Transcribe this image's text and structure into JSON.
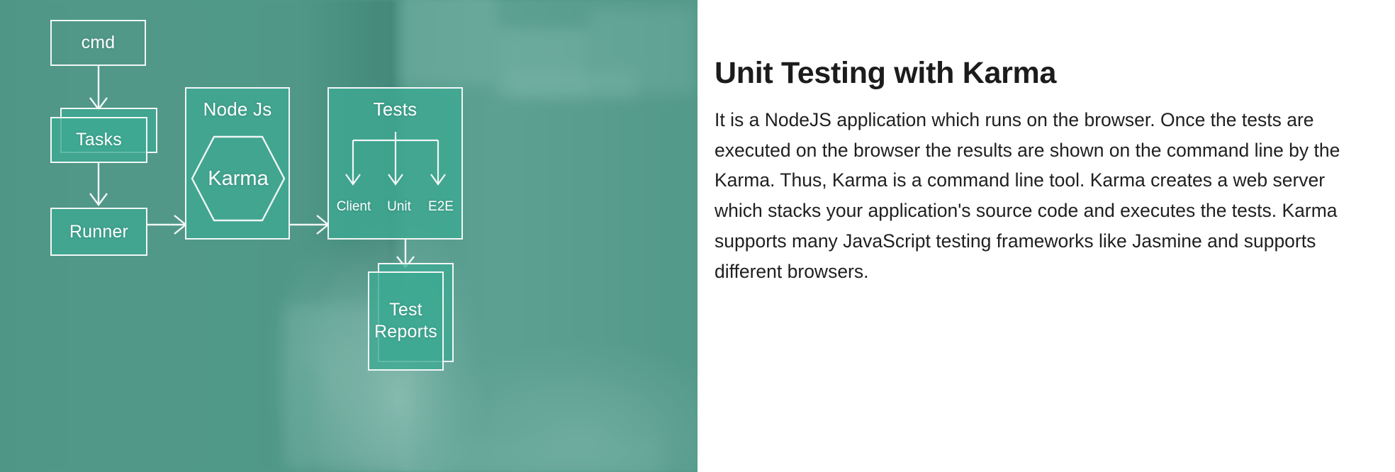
{
  "figure": {
    "alt_name": "karma-unit-testing-flow-diagram",
    "colors": {
      "overlay_teal": "#489b89",
      "node_fill": "#3da992",
      "node_stroke": "#f2f7f6",
      "background_teal": "#5c9488"
    },
    "nodes": {
      "cmd": "cmd",
      "tasks": "Tasks",
      "runner": "Runner",
      "nodejs": "Node Js",
      "karma": "Karma",
      "tests": "Tests",
      "client": "Client",
      "unit": "Unit",
      "e2e": "E2E",
      "test_reports_line1": "Test",
      "test_reports_line2": "Reports"
    }
  },
  "article": {
    "title": "Unit Testing with Karma",
    "body": "It is a NodeJS application which runs on the browser. Once the tests are executed on the browser the results are shown on the command line by the Karma. Thus, Karma is a command line tool. Karma creates a web server which stacks your application's source code and executes the tests. Karma supports many JavaScript testing frameworks like Jasmine and supports different browsers."
  }
}
